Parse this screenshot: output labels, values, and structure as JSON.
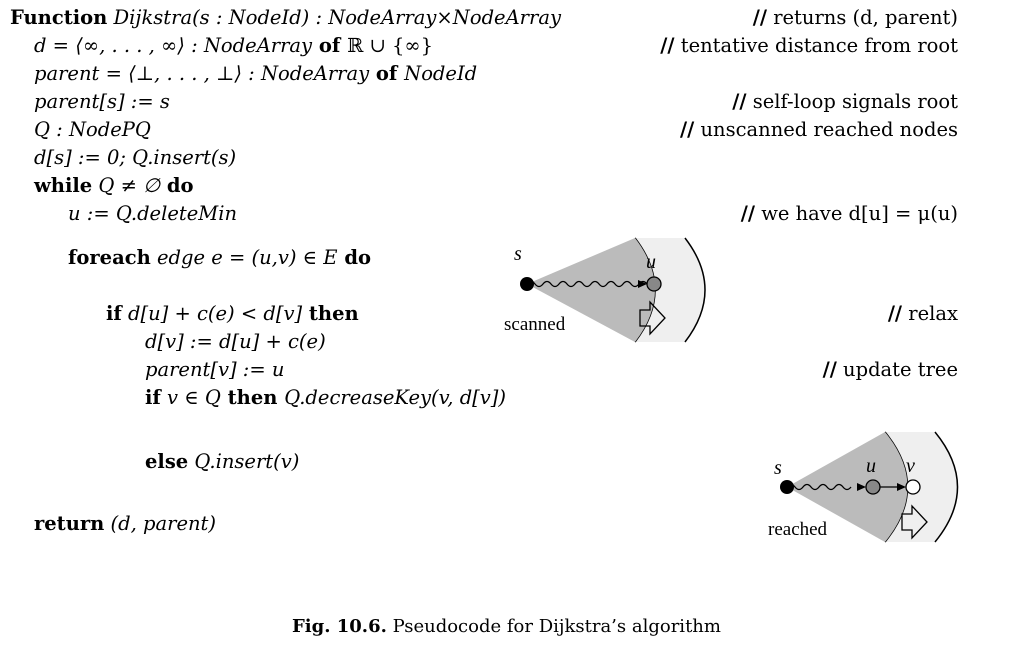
{
  "lines": [
    {
      "kw": "Function",
      "a": "Dijkstra(s : NodeId) : NodeArray×NodeArray",
      "b": "",
      "c": ""
    },
    {
      "kw": "",
      "a": "d = ⟨∞, . . . , ∞⟩ : NodeArray",
      "b": " of ",
      "c": "ℝ ∪ {∞}"
    },
    {
      "kw": "",
      "a": "parent = ⟨⊥, . . . , ⊥⟩ : NodeArray",
      "b": " of ",
      "c": "NodeId"
    },
    {
      "kw": "",
      "a": "parent[s] := s",
      "b": "",
      "c": ""
    },
    {
      "kw": "",
      "a": "Q : NodePQ",
      "b": "",
      "c": ""
    },
    {
      "kw": "",
      "a": "d[s] := 0;    Q.insert(s)",
      "b": "",
      "c": ""
    },
    {
      "kw": "while",
      "a": "Q ≠ ∅",
      "b": " do",
      "c": ""
    },
    {
      "kw": "",
      "a": "u := Q.deleteMin",
      "b": "",
      "c": ""
    },
    {
      "kw": "foreach",
      "a": "edge e = (u,v) ∈ E",
      "b": " do",
      "c": ""
    },
    {
      "kw": "if",
      "a": "d[u] + c(e) < d[v]",
      "b": " then",
      "c": ""
    },
    {
      "kw": "",
      "a": "d[v] := d[u] + c(e)",
      "b": "",
      "c": ""
    },
    {
      "kw": "",
      "a": "parent[v] := u",
      "b": "",
      "c": ""
    },
    {
      "kw": "if",
      "a": "v ∈ Q",
      "b": " then ",
      "c": "Q.decreaseKey(v, d[v])"
    },
    {
      "kw": "else",
      "a": "Q.insert(v)",
      "b": "",
      "c": ""
    },
    {
      "kw": "return",
      "a": "(d, parent)",
      "b": "",
      "c": ""
    }
  ],
  "comments": [
    {
      "slash": "//",
      "text": "returns (d, parent)"
    },
    {
      "slash": "//",
      "text": "tentative distance from root"
    },
    {
      "slash": "//",
      "text": "self-loop signals root"
    },
    {
      "slash": "//",
      "text": "unscanned reached nodes"
    },
    {
      "slash": "//",
      "text": "we have d[u] = μ(u)"
    },
    {
      "slash": "//",
      "text": "relax"
    },
    {
      "slash": "//",
      "text": "update tree"
    }
  ],
  "figure1": {
    "s": "s",
    "u": "u",
    "label": "scanned"
  },
  "figure2": {
    "s": "s",
    "u": "u",
    "v": "v",
    "label": "reached"
  },
  "caption": {
    "prefix": "Fig. 10.6.",
    "text": " Pseudocode for Dijkstra’s algorithm"
  }
}
